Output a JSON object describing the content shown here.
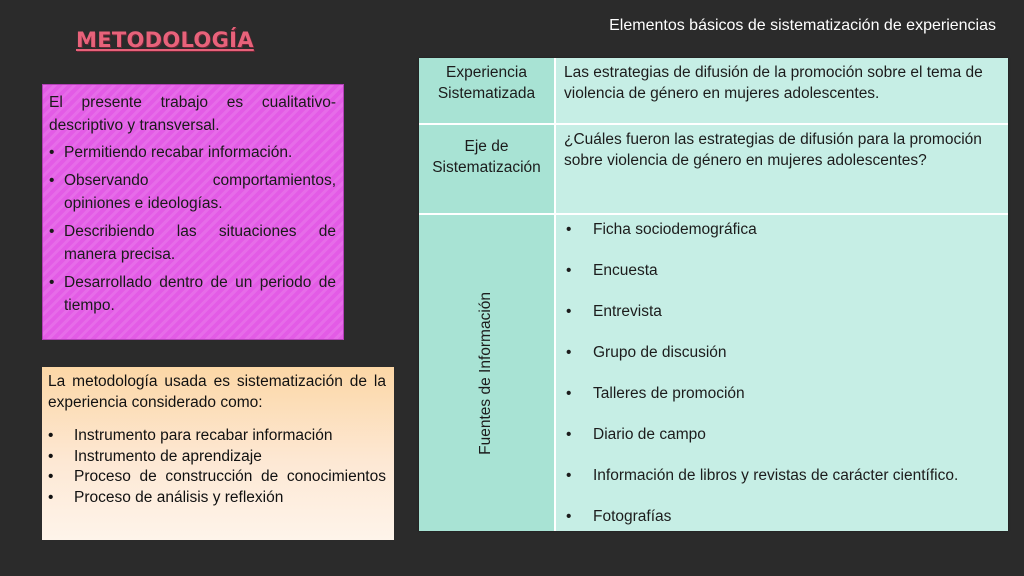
{
  "header": {
    "title": "METODOLOGÍA",
    "subtitle": "Elementos básicos de sistematización de experiencias"
  },
  "purple_box": {
    "intro": "El presente trabajo es cualitativo- descriptivo y transversal.",
    "bullet": "•",
    "items": [
      " Permitiendo recabar información.",
      "Observando comportamientos, opiniones e ideologías.",
      "Describiendo las situaciones de manera precisa.",
      "Desarrollado dentro de un periodo de tiempo."
    ]
  },
  "peach_box": {
    "intro": " La metodología usada es sistematización de la experiencia considerado como:",
    "bullet": "•",
    "items": [
      "Instrumento para recabar información",
      "Instrumento de aprendizaje",
      "Proceso de construcción de conocimientos",
      "Proceso de análisis y reflexión"
    ]
  },
  "table": {
    "rows": [
      {
        "header": "Experiencia Sistematizada",
        "content": "Las estrategias de difusión de la promoción sobre el tema de violencia de género en mujeres adolescentes."
      },
      {
        "header": "Eje de Sistematización",
        "content": "¿Cuáles fueron las estrategias de difusión para la promoción sobre violencia de género en mujeres adolescentes?"
      },
      {
        "header": "Fuentes de Información",
        "bullet": "•",
        "items": [
          "Ficha sociodemográfica",
          "Encuesta",
          "Entrevista",
          "Grupo de discusión",
          "Talleres de promoción",
          "Diario de campo",
          "Información de libros y revistas de carácter científico.",
          "Fotografías"
        ]
      }
    ]
  },
  "colors": {
    "background": "#2b2b2b",
    "title": "#e8627a",
    "purple_box": "#e35be6",
    "peach_box": "#fcd7a6",
    "table_header": "#a8e3d4",
    "table_cell": "#c6eee5"
  }
}
